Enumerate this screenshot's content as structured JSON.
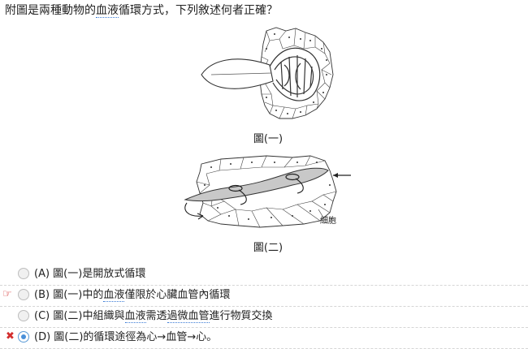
{
  "question": {
    "before": "附圖是兩種動物的",
    "term": "血液",
    "after": "循環方式，下列敘述何者正確？"
  },
  "figures": {
    "fig1_caption": "圖(一)",
    "fig2_caption": "圖(二)",
    "fig2_cell_label": "細胞"
  },
  "options": [
    {
      "label": "(A) 圖(一)是開放式循環",
      "selected": false,
      "mark": ""
    },
    {
      "label": "(B) 圖(一)中的血液僅限於心臟血管內循環",
      "selected": false,
      "mark": "hand"
    },
    {
      "label": "(C) 圖(二)中組織與血液需透過微血管進行物質交換",
      "selected": false,
      "mark": ""
    },
    {
      "label": "(D) 圖(二)的循環途徑為心→血管→心。",
      "selected": true,
      "mark": "x"
    }
  ],
  "colors": {
    "wrong": "#d32f2f",
    "selected": "#4a90d9",
    "dotted_underline": "#3a7bd5"
  },
  "icons": {
    "wrong_mark": "x-icon",
    "correct_hint": "pointing-hand-icon"
  }
}
